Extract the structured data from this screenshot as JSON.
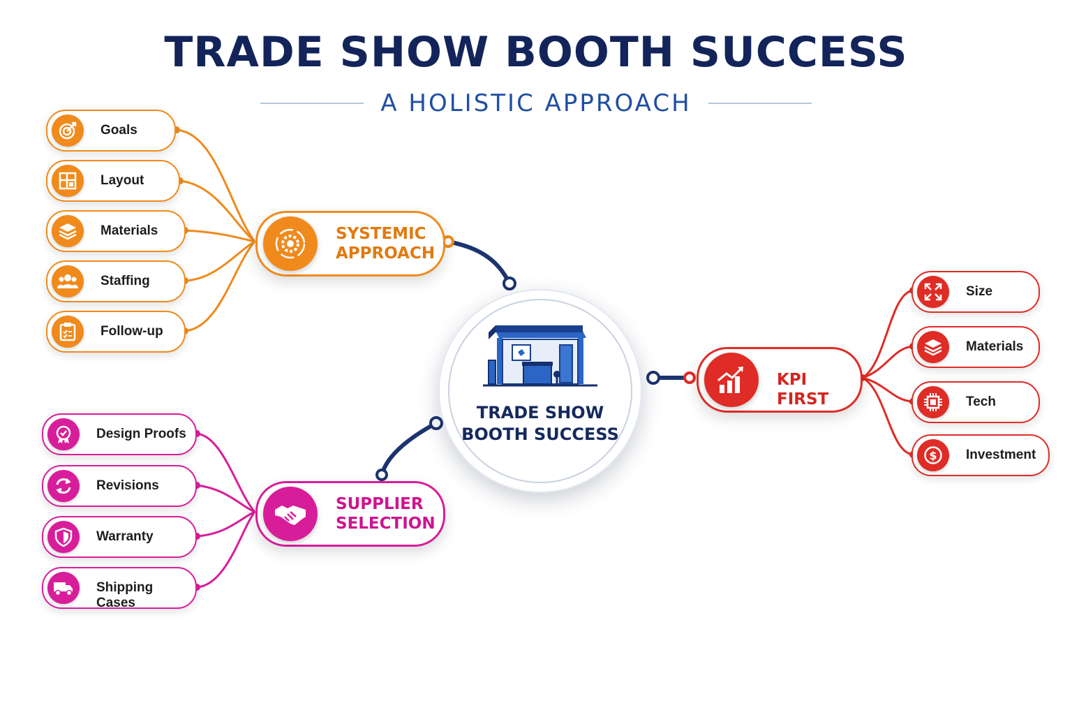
{
  "title": "TRADE SHOW BOOTH SUCCESS",
  "subtitle": "A HOLISTIC APPROACH",
  "center": {
    "title": "TRADE SHOW\nBOOTH SUCCESS",
    "icon": "booth-icon"
  },
  "colors": {
    "title": "#13245a",
    "subtitle": "#1f4ea3",
    "connector": "#1b3470",
    "orange": "#f08a1c",
    "red": "#df2c26",
    "magenta": "#d81d9a"
  },
  "branches": {
    "systemic": {
      "label": "SYSTEMIC\nAPPROACH",
      "icon": "gear-icon",
      "color": "#f08a1c",
      "items": [
        {
          "label": "Goals",
          "icon": "target-icon"
        },
        {
          "label": "Layout",
          "icon": "layout-grid-icon"
        },
        {
          "label": "Materials",
          "icon": "layers-icon"
        },
        {
          "label": "Staffing",
          "icon": "people-icon"
        },
        {
          "label": "Follow-up",
          "icon": "clipboard-icon"
        }
      ]
    },
    "kpi": {
      "label": "KPI FIRST",
      "icon": "growth-chart-icon",
      "color": "#df2c26",
      "items": [
        {
          "label": "Size",
          "icon": "expand-icon"
        },
        {
          "label": "Materials",
          "icon": "layers-icon"
        },
        {
          "label": "Tech",
          "icon": "chip-icon"
        },
        {
          "label": "Investment",
          "icon": "dollar-icon"
        }
      ]
    },
    "supplier": {
      "label": "SUPPLIER\nSELECTION",
      "icon": "handshake-icon",
      "color": "#d81d9a",
      "items": [
        {
          "label": "Design Proofs",
          "icon": "award-badge-icon"
        },
        {
          "label": "Revisions",
          "icon": "refresh-icon"
        },
        {
          "label": "Warranty",
          "icon": "shield-icon"
        },
        {
          "label": "Shipping Cases",
          "icon": "truck-icon"
        }
      ]
    }
  }
}
